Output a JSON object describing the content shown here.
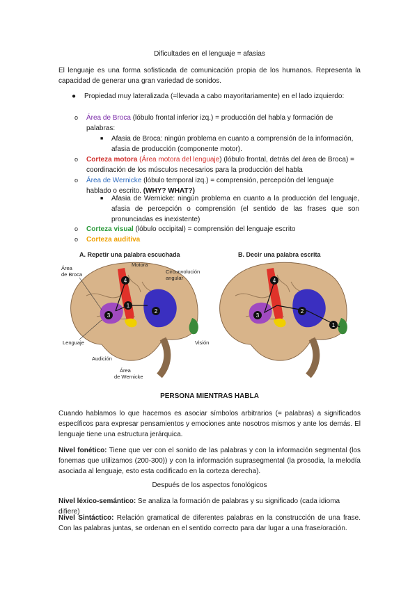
{
  "title": "Dificultades en el lenguaje = afasias",
  "intro": "El lenguaje es una forma sofisticada de comunicación propia de los humanos. Representa la capacidad de generar una gran variedad de sonidos.",
  "bullet1": "Propiedad muy lateralizada (=llevada a cabo mayoritariamente) en el lado izquierdo:",
  "broca": {
    "term": "Área de Broca",
    "desc": " (lóbulo frontal inferior izq.) = producción del habla y formación de palabras:",
    "sub": "Afasia de Broca: ningún problema en cuanto a comprensión de la información, afasia de producción (componente motor)."
  },
  "motora": {
    "term": "Corteza motora",
    "paren_open": " (",
    "term2": "Área motora del lenguaje",
    "desc": ") (lóbulo frontal, detrás del área de Broca) = coordinación de los músculos necesarios para la producción del habla"
  },
  "wernicke": {
    "term": "Área de Wernicke",
    "desc": " (lóbulo temporal izq.) = comprensión, percepción del lenguaje hablado o escrito. ",
    "why": "(WHY? WHAT?)",
    "sub": "Afasia de Wernicke: ningún problema en cuanto a la producción del lenguaje, afasia de percepción o comprensión (el sentido de las frases que son pronunciadas es inexistente)"
  },
  "visual": {
    "term": "Corteza visual",
    "desc": " (lóbulo occipital) = comprensión del lenguaje escrito"
  },
  "auditiva": {
    "term": "Corteza auditiva"
  },
  "figure": {
    "panel_a": "A. Repetir una palabra escuchada",
    "panel_b": "B. Decir una palabra escrita",
    "labels": {
      "area_broca_1": "Área",
      "area_broca_2": "de Broca",
      "motora": "Motora",
      "circ_1": "Circunvolución",
      "circ_2": "angular",
      "lenguaje": "Lenguaje",
      "audicion": "Audición",
      "wernicke_1": "Área",
      "wernicke_2": "de Wernicke",
      "vision": "Visión"
    },
    "numbers": [
      "1",
      "2",
      "3",
      "4"
    ],
    "colors": {
      "brain": "#d8b48a",
      "broca": "#a04ac0",
      "motor": "#e0322a",
      "wernicke": "#3a2fc0",
      "visual": "#3a8a3a",
      "auditory": "#f0d000"
    }
  },
  "section_title": "PERSONA MIENTRAS HABLA",
  "para1": "Cuando hablamos lo que hacemos es asociar símbolos arbitrarios (= palabras) a significados específicos para expresar pensamientos y emociones ante nosotros mismos y ante los demás. El lenguaje tiene una estructura jerárquica.",
  "fonetico": {
    "label": "Nivel fonético:",
    "text": " Tiene que ver con el sonido de las palabras y con la información segmental (los fonemas que utilizamos (200-300)) y con la información suprasegmental (la prosodia, la melodía asociada al lenguaje, esto esta codificado en la corteza derecha)."
  },
  "despues": "Después de los aspectos fonológicos",
  "lexico": {
    "label": "Nivel léxico-semántico:",
    "text": " Se analiza la formación de palabras y su significado (cada idioma difiere)"
  },
  "sintactico": {
    "label": "Nivel Sintáctico:",
    "text": " Relación gramatical de diferentes palabras en la construcción de una frase. Con las palabras juntas, se ordenan en el sentido correcto para dar lugar a una frase/oración."
  }
}
